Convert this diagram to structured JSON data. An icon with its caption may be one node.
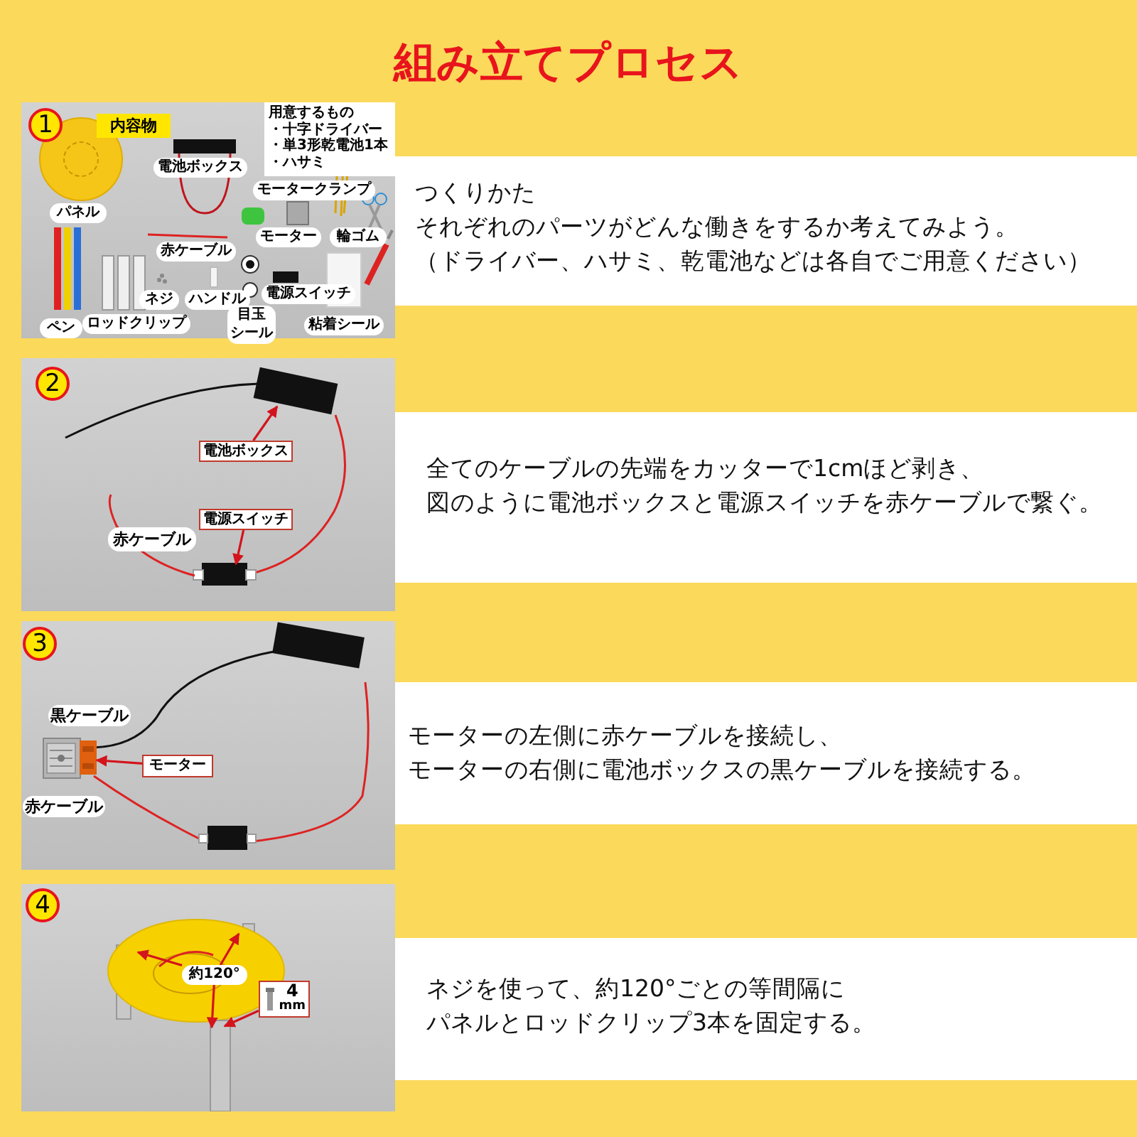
{
  "diagram": {
    "title": "組み立てプロセス",
    "nodes": [
      {
        "text": [],
        "shape": "picture"
      },
      {
        "text": [
          "1"
        ],
        "in": 0
      },
      {
        "text": [
          "内容物"
        ],
        "in": 0
      },
      {
        "text": [
          "用意するもの",
          "・十字ドライバー",
          "・単3形乾電池1本",
          "・ハサミ"
        ],
        "in": 0
      },
      {
        "text": [
          "パネル"
        ],
        "in": 0
      },
      {
        "text": [
          "電池ボックス"
        ],
        "in": 0
      },
      {
        "text": [
          "モータークランプ"
        ],
        "in": 0
      },
      {
        "text": [
          "輪ゴム"
        ],
        "in": 0
      },
      {
        "text": [
          "モーター"
        ],
        "in": 0
      },
      {
        "text": [
          "赤ケーブル"
        ],
        "in": 0
      },
      {
        "text": [
          "ネジ"
        ],
        "in": 0
      },
      {
        "text": [
          "ハンドル"
        ],
        "in": 0
      },
      {
        "text": [
          "電源スイッチ"
        ],
        "in": 0
      },
      {
        "text": [
          "目玉",
          "シール"
        ],
        "in": 0
      },
      {
        "text": [
          "粘着シール"
        ],
        "in": 0
      },
      {
        "text": [
          "ロッドクリップ"
        ],
        "in": 0
      },
      {
        "text": [
          "ペン"
        ],
        "in": 0
      },
      {
        "text": [
          "つくりかた",
          "それぞれのパーツがどんな働きをするか考えてみよう。",
          "（ドライバー、ハサミ、乾電池などは各自でご用意ください）"
        ]
      },
      {
        "text": [],
        "shape": "picture"
      },
      {
        "text": [
          "2"
        ],
        "in": 18
      },
      {
        "text": [
          "電池ボックス"
        ],
        "in": 18
      },
      {
        "text": [
          "赤ケーブル"
        ],
        "in": 18
      },
      {
        "text": [
          "電源スイッチ"
        ],
        "in": 18
      },
      {
        "text": [
          "全てのケーブルの先端をカッターで1cmほど剥き、",
          "図のように電池ボックスと電源スイッチを赤ケーブルで繋ぐ。"
        ]
      },
      {
        "text": [],
        "shape": "picture"
      },
      {
        "text": [
          "3"
        ],
        "in": 24
      },
      {
        "text": [
          "黒ケーブル"
        ],
        "in": 24
      },
      {
        "text": [
          "赤ケーブル"
        ],
        "in": 24
      },
      {
        "text": [
          "モーター"
        ],
        "in": 24
      },
      {
        "text": [
          "モーターの左側に赤ケーブルを接続し、",
          "モーターの右側に電池ボックスの黒ケーブルを接続する。"
        ]
      },
      {
        "text": [],
        "shape": "picture"
      },
      {
        "text": [
          "4"
        ],
        "in": 30
      },
      {
        "text": [
          "約120°"
        ],
        "in": 30
      },
      {
        "text": [
          "4",
          "mm"
        ],
        "in": 30
      },
      {
        "text": [
          "ネジを使って、約120°ごとの等間隔に",
          "パネルとロッドクリップ3本を固定する。"
        ]
      },
      {
        "text": [],
        "shape": "picture",
        "in": 24
      }
    ],
    "edges": [
      {
        "from": 20,
        "to": null,
        "arrow": "to"
      },
      {
        "from": 22,
        "to": null,
        "arrow": "to"
      },
      {
        "from": 28,
        "to": 35,
        "arrow": "to"
      },
      {
        "from": 32,
        "to": null,
        "arrow": "to"
      },
      {
        "from": 32,
        "to": null,
        "arrow": "to"
      },
      {
        "from": 32,
        "to": null,
        "arrow": "to"
      },
      {
        "from": 33,
        "to": null,
        "arrow": "to"
      }
    ]
  }
}
